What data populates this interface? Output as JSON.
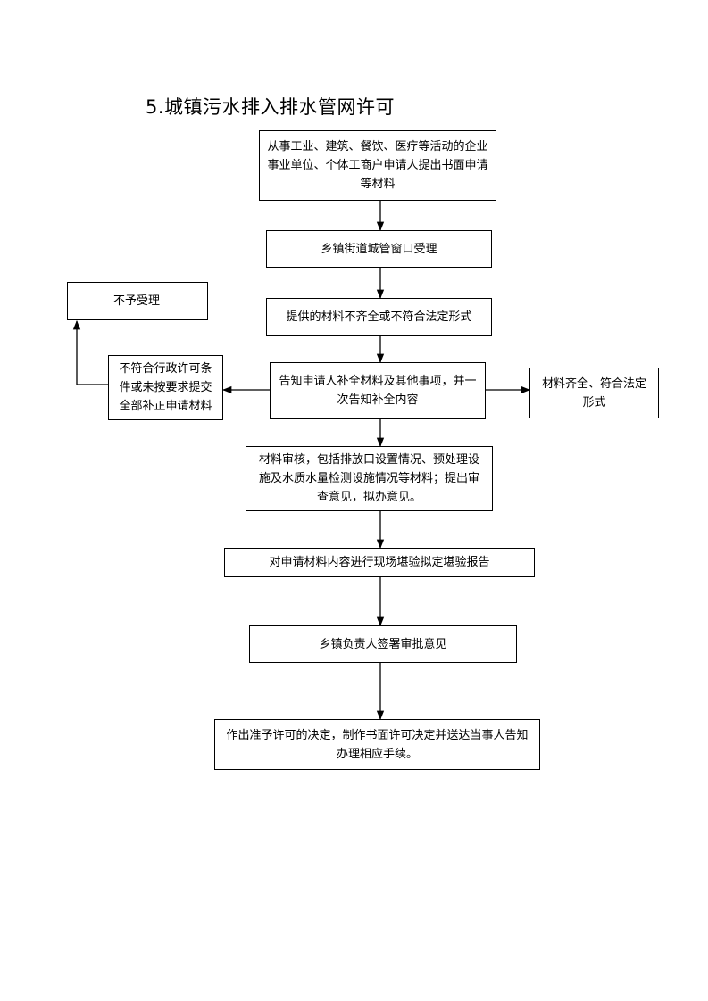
{
  "title": "5.城镇污水排入排水管网许可",
  "nodes": {
    "apply": "从事工业、建筑、餐饮、医疗等活动的企业事业单位、个体工商户申请人提出书面申请等材料",
    "accept": "乡镇街道城管窗口受理",
    "incomplete": "提供的材料不齐全或不符合法定形式",
    "notify": "告知申请人补全材料及其他事项，并一次告知补全内容",
    "notqualified": "不符合行政许可条件或未按要求提交全部补正申请材料",
    "reject": "不予受理",
    "complete": "材料齐全、符合法定形式",
    "review": "材料审核，包括排放口设置情况、预处理设施及水质水量检测设施情况等材料；提出审查意见，拟办意见。",
    "inspect": "对申请材料内容进行现场堪验拟定堪验报告",
    "sign": "乡镇负责人签署审批意见",
    "decide": "作出准予许可的决定，制作书面许可决定并送达当事人告知办理相应手续。"
  }
}
